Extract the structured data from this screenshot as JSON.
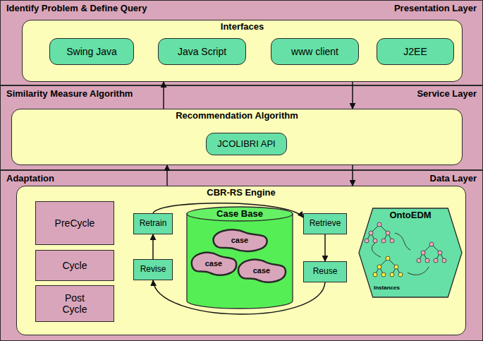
{
  "diagram": {
    "nodes": [
      {
        "text": [
          "Identify Problem & Define Query",
          "Presentation Layer"
        ]
      },
      {
        "text": [
          "Interfaces"
        ],
        "in": 0
      },
      {
        "text": [
          "Swing Java"
        ],
        "in": 1
      },
      {
        "text": [
          "Java Script"
        ],
        "in": 1
      },
      {
        "text": [
          "www client"
        ],
        "in": 1
      },
      {
        "text": [
          "J2EE"
        ],
        "in": 1
      },
      {
        "text": [
          "Similarity Measure Algorithm",
          "Service Layer"
        ]
      },
      {
        "text": [
          "Recommendation Algorithm"
        ],
        "in": 6
      },
      {
        "text": [
          "JCOLIBRI API"
        ],
        "in": 7
      },
      {
        "text": [
          "Adaptation",
          "Data Layer"
        ]
      },
      {
        "text": [
          "CBR-RS Engine"
        ],
        "in": 9
      },
      {
        "text": [
          "PreCycle"
        ],
        "in": 10
      },
      {
        "text": [
          "Cycle"
        ],
        "in": 10
      },
      {
        "text": [
          "Post Cycle"
        ],
        "in": 10
      },
      {
        "text": [
          "Retrain"
        ],
        "in": 10
      },
      {
        "text": [
          "Revise"
        ],
        "in": 10
      },
      {
        "text": [
          "Case Base"
        ],
        "in": 10
      },
      {
        "text": [
          "case"
        ],
        "in": 16
      },
      {
        "text": [
          "case"
        ],
        "in": 16
      },
      {
        "text": [
          "case"
        ],
        "in": 16
      },
      {
        "text": [
          "Retrieve"
        ],
        "in": 10
      },
      {
        "text": [
          "Reuse"
        ],
        "in": 10
      },
      {
        "text": [
          "OntoEDM",
          "Instances"
        ],
        "in": 10
      }
    ],
    "edges": [
      {
        "from": 7,
        "to": 1,
        "arrow": "to"
      },
      {
        "from": 1,
        "to": 7,
        "arrow": "to"
      },
      {
        "from": 10,
        "to": 7,
        "arrow": "to"
      },
      {
        "from": 7,
        "to": 10,
        "arrow": "to"
      },
      {
        "from": 15,
        "to": 14,
        "arrow": "to"
      },
      {
        "from": 20,
        "to": 21,
        "arrow": "to"
      },
      {
        "from": 14,
        "to": 20,
        "arrow": "to"
      },
      {
        "from": 21,
        "to": 15,
        "arrow": "to"
      }
    ]
  }
}
